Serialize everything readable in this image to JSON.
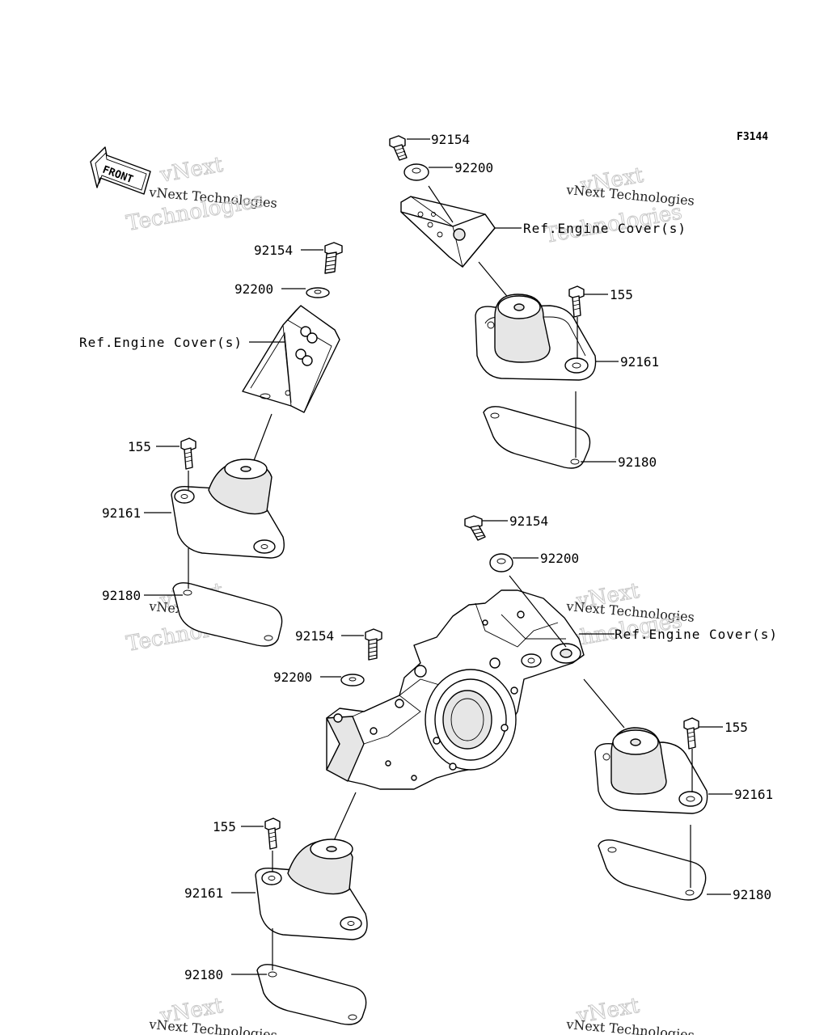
{
  "figure_code": "F3144",
  "front_label": "FRONT",
  "watermark": {
    "line1": "vNext",
    "line2": "vNext Technologies",
    "line3": "Technologies"
  },
  "labels": {
    "bolt": "92154",
    "washer": "92200",
    "ref_cover": "Ref.Engine Cover(s)",
    "stud": "155",
    "mount": "92161",
    "plate": "92180"
  }
}
